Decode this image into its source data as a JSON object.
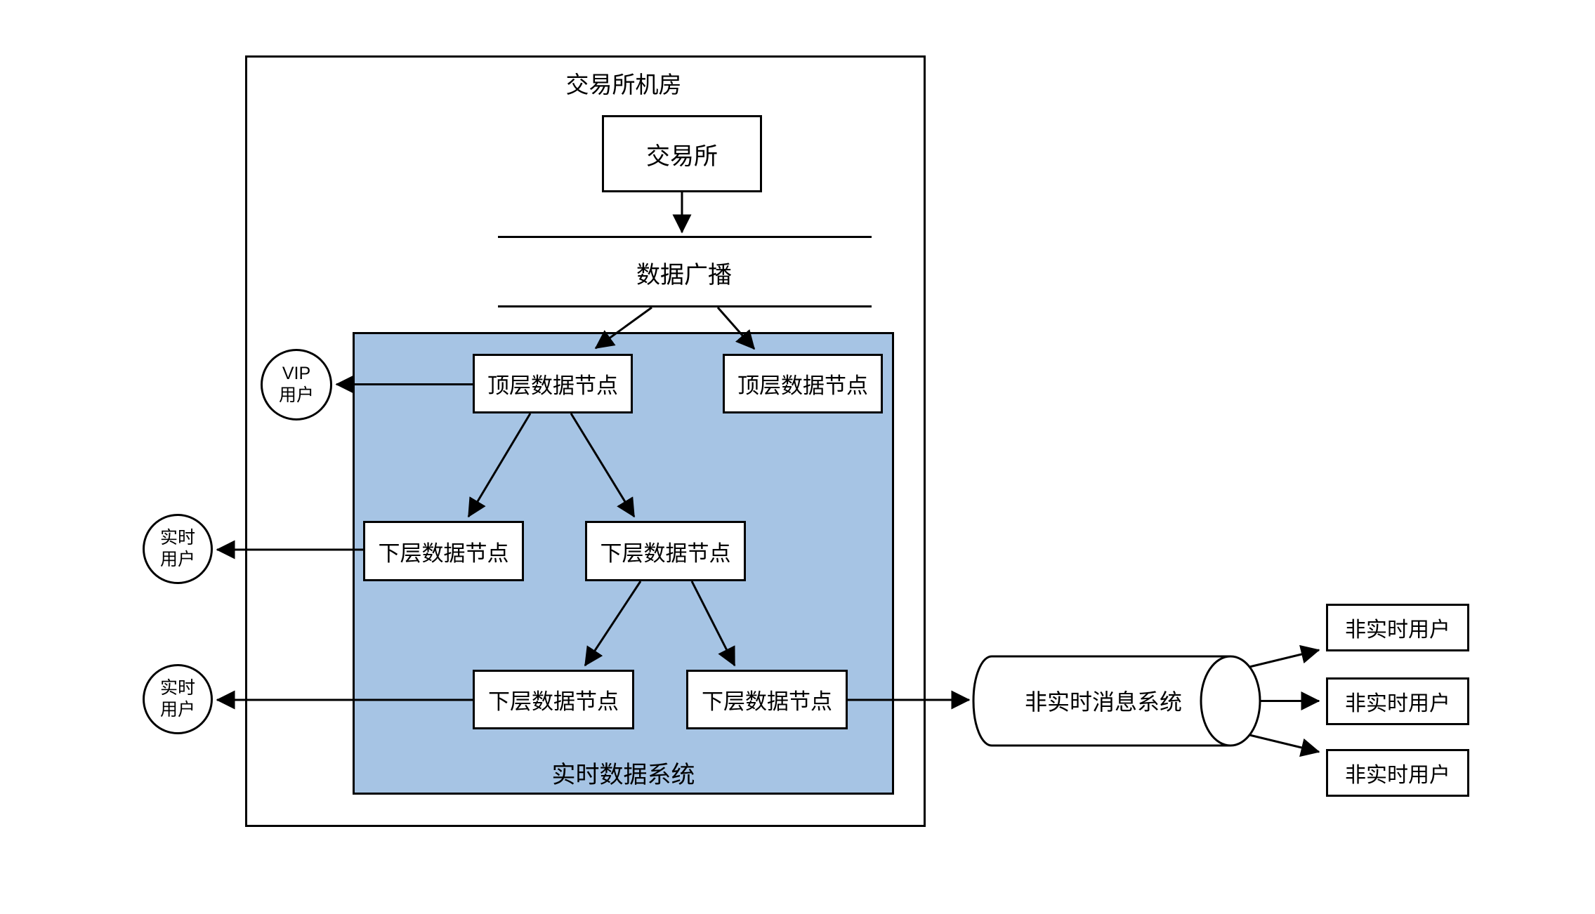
{
  "diagram": {
    "outer": {
      "label": "交易所机房"
    },
    "exchange": {
      "label": "交易所"
    },
    "broadcast": {
      "label": "数据广播"
    },
    "realtime_region": {
      "label": "实时数据系统",
      "fill": "#A6C4E4"
    },
    "nodes": {
      "top1": {
        "label": "顶层数据节点"
      },
      "top2": {
        "label": "顶层数据节点"
      },
      "lower1": {
        "label": "下层数据节点"
      },
      "lower2": {
        "label": "下层数据节点"
      },
      "lower3": {
        "label": "下层数据节点"
      },
      "lower4": {
        "label": "下层数据节点"
      }
    },
    "users": {
      "vip": {
        "line1": "VIP",
        "line2": "用户"
      },
      "realtime1": {
        "line1": "实时",
        "line2": "用户"
      },
      "realtime2": {
        "line1": "实时",
        "line2": "用户"
      },
      "non_realtime": [
        {
          "label": "非实时用户"
        },
        {
          "label": "非实时用户"
        },
        {
          "label": "非实时用户"
        }
      ]
    },
    "message_system": {
      "label": "非实时消息系统"
    },
    "colors": {
      "line": "#000000",
      "node_fill": "#FFFFFF",
      "realtime_fill": "#A6C4E4",
      "text": "#000000"
    }
  }
}
